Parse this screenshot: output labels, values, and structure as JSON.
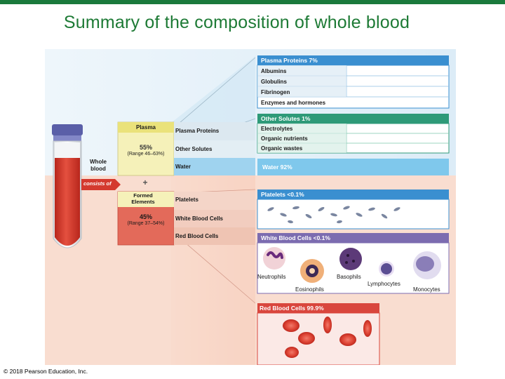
{
  "title": "Summary of the composition of whole blood",
  "copyright": "© 2018 Pearson Education, Inc.",
  "tube": {
    "whole_blood": "Whole blood",
    "consists_of": "consists of",
    "plus": "+"
  },
  "plasma_box": {
    "heading": "Plasma",
    "percent": "55%",
    "range": "(Range 46–63%)"
  },
  "formed_box": {
    "heading": "Formed Elements",
    "percent": "45%",
    "range": "(Range 37–54%)"
  },
  "plasma_components": [
    "Plasma Proteins",
    "Other Solutes",
    "Water"
  ],
  "formed_components": [
    "Platelets",
    "White Blood Cells",
    "Red Blood Cells"
  ],
  "plasma_proteins": {
    "header": "Plasma Proteins 7%",
    "items": [
      "Albumins",
      "Globulins",
      "Fibrinogen",
      "Enzymes and hormones"
    ]
  },
  "other_solutes": {
    "header": "Other Solutes 1%",
    "items": [
      "Electrolytes",
      "Organic nutrients",
      "Organic wastes"
    ]
  },
  "water": {
    "header": "Water 92%"
  },
  "platelets": {
    "header": "Platelets <0.1%"
  },
  "white_blood_cells": {
    "header": "White Blood Cells <0.1%",
    "types": [
      "Neutrophils",
      "Eosinophils",
      "Basophils",
      "Lymphocytes",
      "Monocytes"
    ]
  },
  "red_blood_cells": {
    "header": "Red Blood Cells 99.9%"
  },
  "colors": {
    "title_green": "#1d7a35",
    "plasma_blue": "#3a8fd0",
    "solutes_green": "#2e9a78",
    "water_blue": "#7fc8ec",
    "wbc_purple": "#7c6cb0",
    "rbc_red": "#d9463d",
    "blood_red": "#d83a2e"
  }
}
